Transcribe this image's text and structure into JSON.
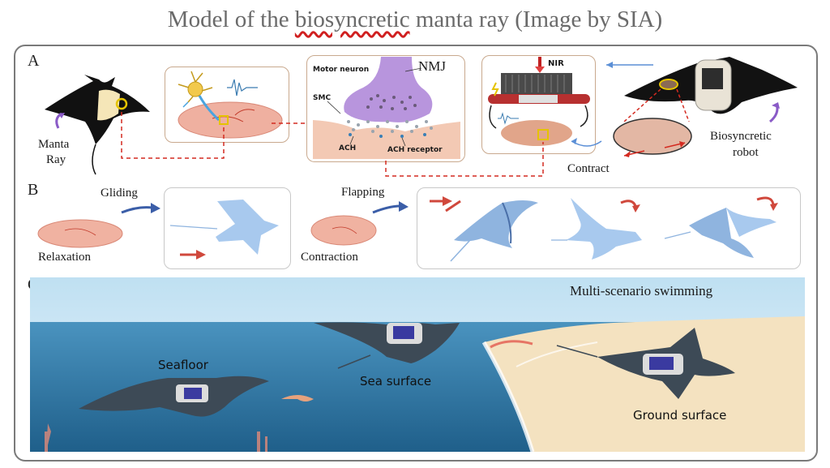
{
  "title": {
    "before": "Model of the ",
    "underlined": "biosyncretic",
    "after": " manta ray (Image by SIA)"
  },
  "panelA": {
    "letter": "A",
    "manta_label_1": "Manta",
    "manta_label_2": "Ray",
    "nmj": "NMJ",
    "motor_neuron": "Motor neuron",
    "smc": "SMC",
    "ach": "ACH",
    "ach_receptor": "ACH receptor",
    "nir": "NIR",
    "contract": "Contract",
    "robot_label_1": "Biosyncretic",
    "robot_label_2": "robot"
  },
  "panelB": {
    "letter": "B",
    "gliding": "Gliding",
    "relaxation": "Relaxation",
    "flapping": "Flapping",
    "contraction": "Contraction"
  },
  "panelC": {
    "letter": "C",
    "heading": "Multi-scenario swimming",
    "seafloor": "Seafloor",
    "sea_surface": "Sea surface",
    "ground_surface": "Ground surface"
  },
  "colors": {
    "manta_blue": "#8fb4df",
    "manta_light": "#c6dcf3",
    "tissue": "#e8a898",
    "neuron_purple": "#a985cf",
    "red_arrow": "#d0483c",
    "blue_arrow": "#3b5ea8",
    "dashed": "#d42a20"
  }
}
